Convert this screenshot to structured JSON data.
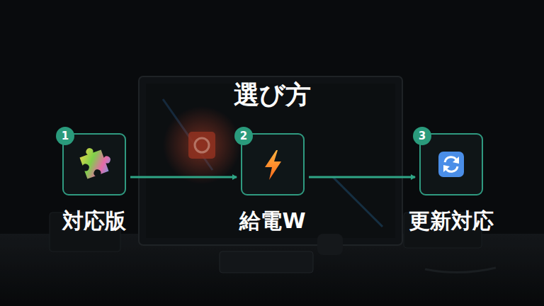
{
  "diagram": {
    "title": "選び方",
    "nodes": [
      {
        "text": [
          "対応版"
        ]
      },
      {
        "text": [
          "1"
        ],
        "in": 0
      },
      {
        "text": [
          "給電W"
        ]
      },
      {
        "text": [
          "2"
        ],
        "in": 2
      },
      {
        "text": [
          "更新対応"
        ]
      },
      {
        "text": [
          "3"
        ],
        "in": 4
      }
    ],
    "edges": [
      {
        "from": 0,
        "to": 2,
        "arrow": "to"
      },
      {
        "from": 2,
        "to": 4,
        "arrow": "to"
      }
    ]
  }
}
